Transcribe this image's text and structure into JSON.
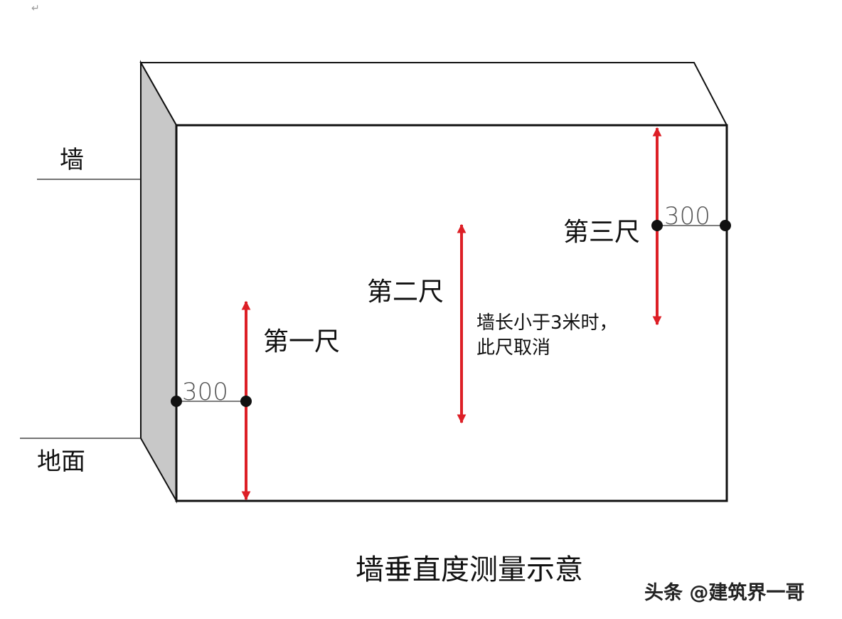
{
  "labels": {
    "wall": "墙",
    "ground": "地面",
    "ruler1": "第一尺",
    "ruler2": "第二尺",
    "ruler3": "第三尺",
    "note_line1": "墙长小于3米时，",
    "note_line2": "此尺取消",
    "caption": "墙垂直度测量示意",
    "dim_left": "300",
    "dim_right": "300",
    "return_mark": "↵"
  },
  "watermark": {
    "text": "头条 @建筑界一哥"
  },
  "colors": {
    "arrow": "#dd1f26",
    "wall_front": "#ffffff",
    "wall_top": "#ffffff",
    "wall_side": "#c8c8c8",
    "outline": "#111111"
  }
}
